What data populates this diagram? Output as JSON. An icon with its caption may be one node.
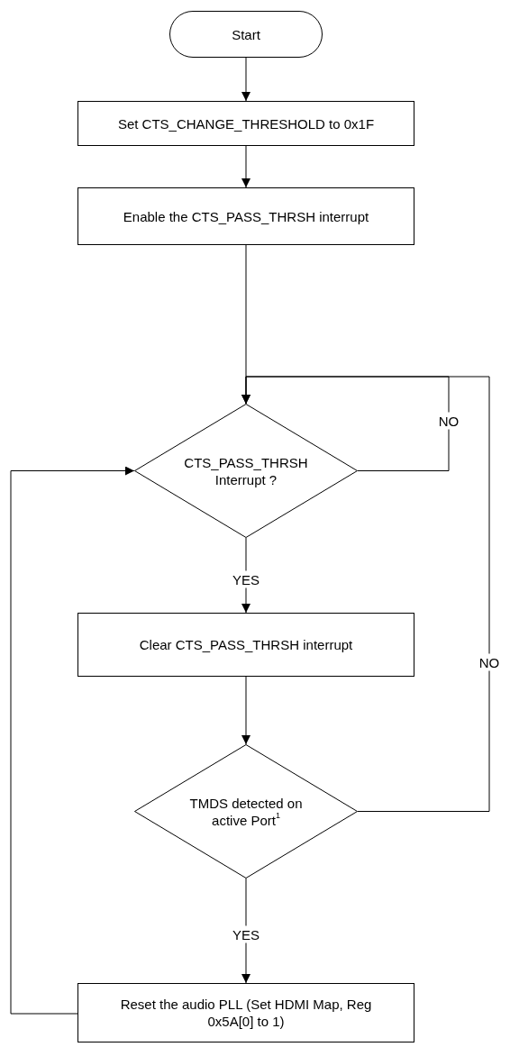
{
  "diagram": {
    "nodes": [
      {
        "text": [
          "Start"
        ]
      },
      {
        "text": [
          "Set CTS_CHANGE_THRESHOLD to 0x1F"
        ]
      },
      {
        "text": [
          "Enable the CTS_PASS_THRSH interrupt"
        ]
      },
      {
        "text": [
          "CTS_PASS_THRSH Interrupt ?"
        ]
      },
      {
        "text": [
          "Clear CTS_PASS_THRSH interrupt"
        ]
      },
      {
        "text": [
          "TMDS detected on active Port$^{1}$"
        ]
      },
      {
        "text": [
          "Reset the audio PLL (Set HDMI Map, Reg 0x5A[0] to 1)"
        ]
      }
    ],
    "edges": [
      {
        "from": 0,
        "to": 1,
        "arrow": "to"
      },
      {
        "from": 1,
        "to": 2,
        "arrow": "to"
      },
      {
        "from": 2,
        "to": 3,
        "arrow": "to"
      },
      {
        "from": 3,
        "to": 3,
        "arrow": "to",
        "label": "NO"
      },
      {
        "from": 3,
        "to": 4,
        "arrow": "to",
        "label": "YES"
      },
      {
        "from": 4,
        "to": 5,
        "arrow": "to"
      },
      {
        "from": 5,
        "to": 3,
        "arrow": "to",
        "label": "NO"
      },
      {
        "from": 5,
        "to": 6,
        "arrow": "to",
        "label": "YES"
      },
      {
        "from": 6,
        "to": 3,
        "arrow": "to"
      }
    ]
  }
}
